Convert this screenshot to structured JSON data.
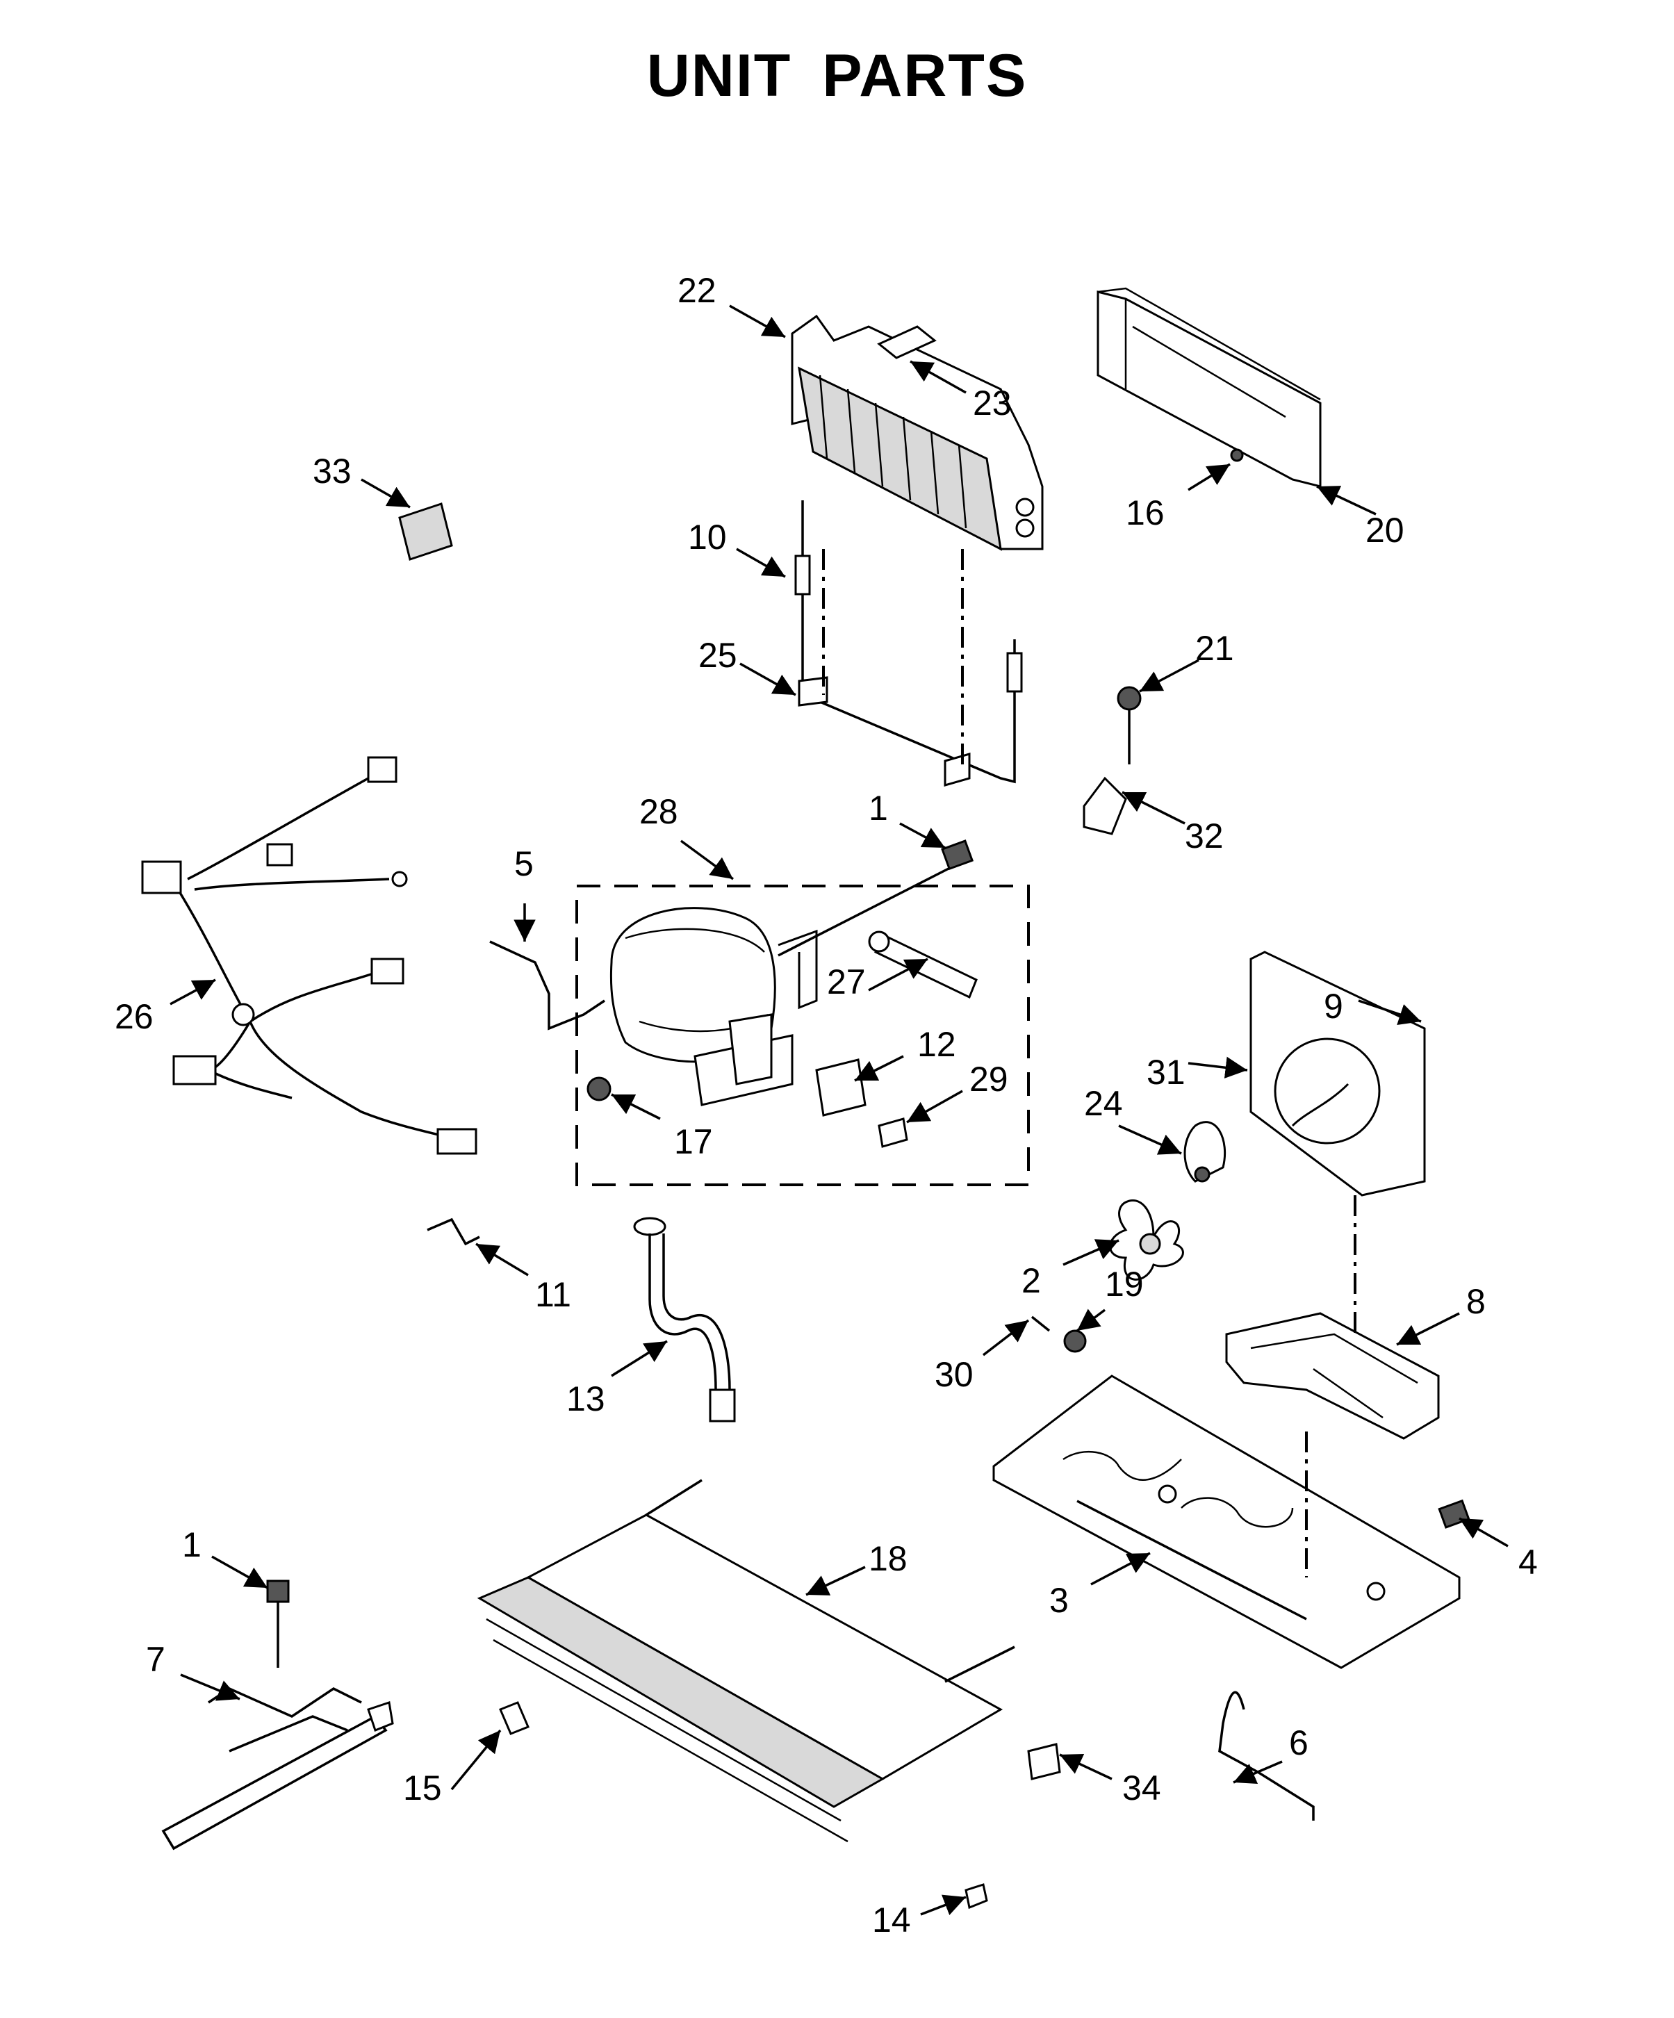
{
  "title": "UNIT PARTS",
  "callouts": {
    "c1a": "1",
    "c1b": "1",
    "c2": "2",
    "c3": "3",
    "c4": "4",
    "c5": "5",
    "c6": "6",
    "c7": "7",
    "c8": "8",
    "c9": "9",
    "c10": "10",
    "c11": "11",
    "c12": "12",
    "c13": "13",
    "c14": "14",
    "c15": "15",
    "c16": "16",
    "c17": "17",
    "c18": "18",
    "c19": "19",
    "c20": "20",
    "c21": "21",
    "c22": "22",
    "c23": "23",
    "c24": "24",
    "c25": "25",
    "c26": "26",
    "c27": "27",
    "c28": "28",
    "c29": "29",
    "c30": "30",
    "c31": "31",
    "c32": "32",
    "c33": "33",
    "c34": "34"
  }
}
